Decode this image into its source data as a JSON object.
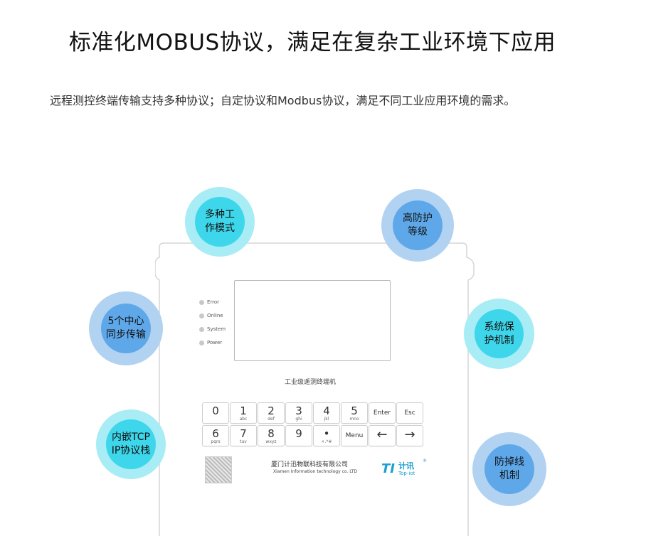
{
  "header": {
    "title": "标准化MOBUS协议，满足在复杂工业环境下应用",
    "subtitle": "远程测控终端传输支持多种协议；自定协议和Modbus协议，满足不同工业应用环境的需求。"
  },
  "features": [
    {
      "label": "多种工\n作模式",
      "style": "cyan"
    },
    {
      "label": "高防护\n等级",
      "style": "blue"
    },
    {
      "label": "5个中心\n同步传输",
      "style": "blue"
    },
    {
      "label": "系统保\n护机制",
      "style": "cyan"
    },
    {
      "label": "内嵌TCP\nIP协议栈",
      "style": "cyan"
    },
    {
      "label": "防掉线\n机制",
      "style": "blue"
    }
  ],
  "device": {
    "leds": [
      "Error",
      "Online",
      "System",
      "Power"
    ],
    "model_label": "工业级遥测终端机",
    "keys": [
      {
        "main": "0",
        "sub": ""
      },
      {
        "main": "1",
        "sub": "abc"
      },
      {
        "main": "2",
        "sub": "def"
      },
      {
        "main": "3",
        "sub": "ghi"
      },
      {
        "main": "4",
        "sub": "jkl"
      },
      {
        "main": "5",
        "sub": "mno"
      },
      {
        "word": "Enter"
      },
      {
        "word": "Esc"
      },
      {
        "main": "6",
        "sub": "pqrs"
      },
      {
        "main": "7",
        "sub": "tuv"
      },
      {
        "main": "8",
        "sub": "wxyz"
      },
      {
        "main": "9",
        "sub": ""
      },
      {
        "main": "•",
        "sub": "+.*#"
      },
      {
        "word": "Menu"
      },
      {
        "arrow": "←"
      },
      {
        "arrow": "→"
      }
    ],
    "company_cn": "厦门计迅物联科技有限公司",
    "company_en": "Xiamen Information technology co. LTD",
    "logo_mark": "TI",
    "logo_cn": "计讯",
    "logo_en": "Top-iot",
    "logo_reg": "®"
  }
}
